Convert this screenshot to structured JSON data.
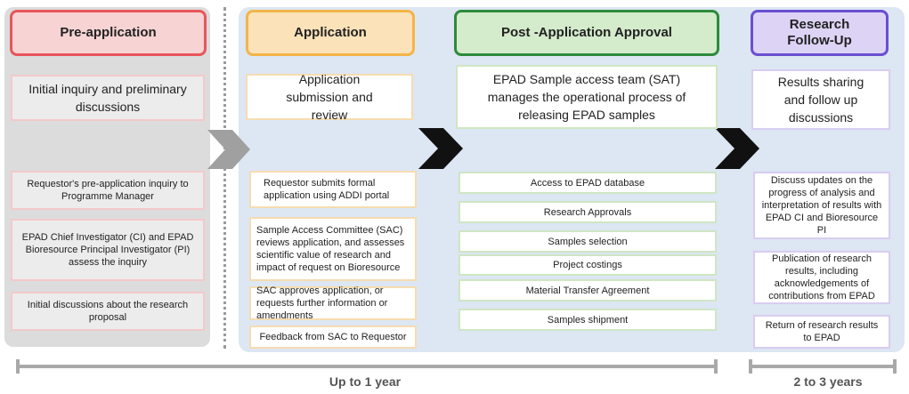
{
  "colors": {
    "pre_border": "#e8555a",
    "pre_fill": "#f7d3d3",
    "app_border": "#f3b548",
    "app_fill": "#fbe2b9",
    "post_border": "#2e8b3a",
    "post_fill": "#d4ebcc",
    "res_border": "#6a4fd0",
    "res_fill": "#ddd3f5",
    "gray_chevron": "#a0a0a0",
    "black_chevron": "#111111"
  },
  "stages": {
    "pre": {
      "title": "Pre-application",
      "summary": "Initial inquiry and preliminary discussions",
      "items": [
        "Requestor's pre-application inquiry to Programme Manager",
        "EPAD Chief Investigator (CI)  and EPAD Bioresource Principal Investigator (PI) assess the inquiry",
        "Initial discussions about the research proposal"
      ]
    },
    "app": {
      "title": "Application",
      "summary": "Application submission and review",
      "items": [
        "Requestor submits formal application using ADDI portal",
        "Sample Access Committee (SAC) reviews application, and assesses scientific value of  research and impact of request on Bioresource",
        "SAC approves application, or requests further information or amendments",
        "Feedback from SAC to Requestor"
      ]
    },
    "post": {
      "title": "Post -Application Approval",
      "summary": "EPAD Sample access team (SAT) manages the operational process of releasing EPAD samples",
      "items": [
        "Access to EPAD database",
        "Research Approvals",
        "Samples selection",
        "Project costings",
        "Material Transfer Agreement",
        "Samples shipment"
      ]
    },
    "res": {
      "title": "Research Follow-Up",
      "summary": "Results sharing and follow up discussions",
      "items": [
        "Discuss updates on the progress of analysis and interpretation of results with EPAD CI and Bioresource PI",
        "Publication of research results, including acknowledgements of contributions from EPAD",
        "Return of research results to EPAD"
      ]
    }
  },
  "timeline": {
    "first": "Up to 1 year",
    "second": "2 to 3 years"
  }
}
